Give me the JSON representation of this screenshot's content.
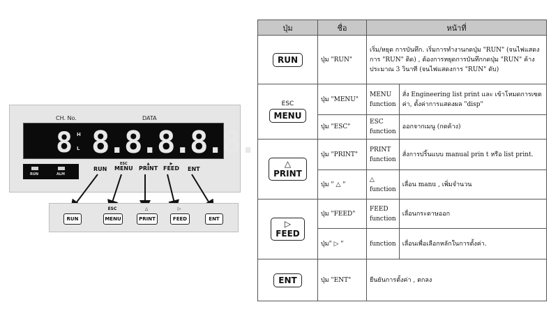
{
  "panel": {
    "ch_label": "CH. No.",
    "data_label": "DATA",
    "ch_digit": "8",
    "h_label": "H",
    "l_label": "L",
    "data_digits": "8.8.8.8.8.",
    "led_run": "RUN",
    "led_alm": "ALM",
    "keys": {
      "run": "RUN",
      "esc": "ESC",
      "menu": "MENU",
      "print": "PRINT",
      "feed": "FEED",
      "ent": "ENT"
    }
  },
  "strip": {
    "run": "RUN",
    "esc": "ESC",
    "menu": "MENU",
    "print": "PRINT",
    "feed": "FEED",
    "ent": "ENT"
  },
  "table": {
    "headers": [
      "ปุ่ม",
      "ชื่อ",
      "หน้าที่"
    ],
    "rows": {
      "run": {
        "key": "RUN",
        "name": "ปุ่ม \"RUN\"",
        "desc": "เริ่ม/หยุด การบันทึก. เริ่มการทำงานกดปุ่ม \"RUN\" (จนไฟแสดงการ \"RUN\" ติด) , ต้องการหยุดการบันทึกกดปุ่ม \"RUN\" ค้างประมาณ 3 วินาที (จนไฟแสดงการ \"RUN\" ดับ)"
      },
      "menu": {
        "key_sup": "ESC",
        "key": "MENU",
        "name": "ปุ่ม \"MENU\"",
        "fn": "MENU function",
        "desc": "สั่ง Engineering list print และ เข้าโหมดการเซตค่า, ตั้งค่าการแสดงผล \"disp\""
      },
      "esc": {
        "name": "ปุ่ม \"ESC\"",
        "fn": "ESC function",
        "desc": "ออกจากเมนู (กดค้าง)"
      },
      "print": {
        "key": "PRINT",
        "name": "ปุ่ม \"PRINT\"",
        "fn": "PRINT function",
        "desc": "สั่งการปริ้นแบบ manual prin t หรือ list print."
      },
      "up": {
        "name": "ปุ่ม \" △ \"",
        "fn": "△ function",
        "desc": "เลื่อน manu , เพิ่มจำนวน"
      },
      "feed": {
        "key": "FEED",
        "name": "ปุ่ม \"FEED\"",
        "fn": "FEED function",
        "desc": "เลื่อนกระดาษออก"
      },
      "right": {
        "name": "ปุ่ม\" ▷ \"",
        "fn": "function",
        "desc": "เลื่อนเพื่อเลือกหลักในการตั้งค่า."
      },
      "ent": {
        "key": "ENT",
        "name": "ปุ่ม \"ENT\"",
        "desc": "ยืนยันการตั้งค่า , ตกลง"
      }
    }
  }
}
